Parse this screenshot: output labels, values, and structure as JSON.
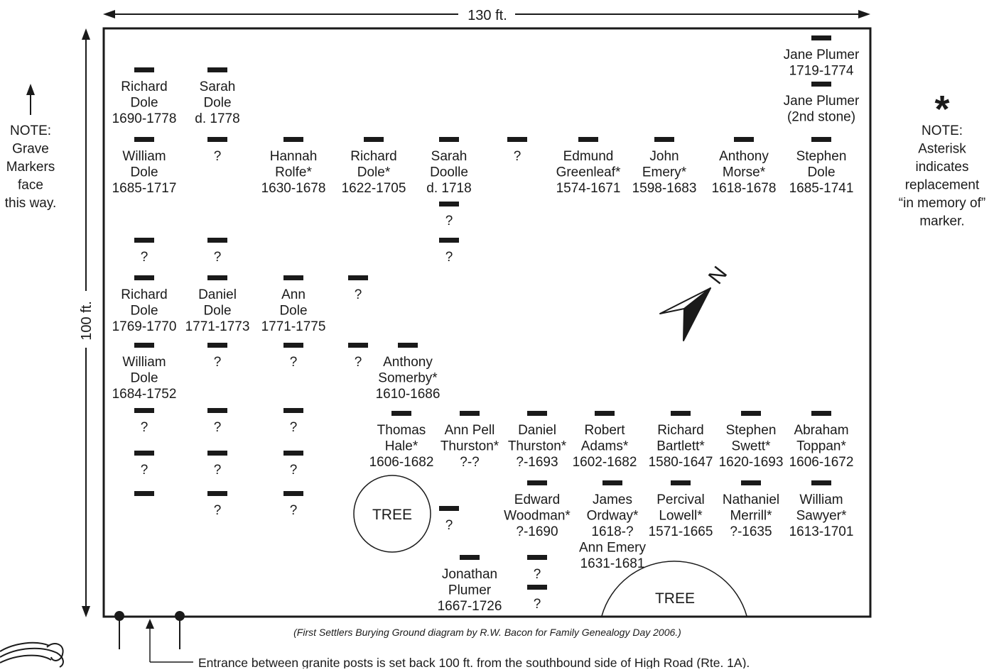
{
  "dimensions": {
    "width_label": "130 ft.",
    "height_label": "100 ft."
  },
  "notes": {
    "left": [
      "NOTE:",
      "Grave",
      "Markers",
      "face",
      "this way."
    ],
    "right_symbol": "*",
    "right": [
      "NOTE:",
      "Asterisk",
      "indicates",
      "replacement",
      "“in memory of”",
      "marker."
    ]
  },
  "compass": {
    "label": "N"
  },
  "graves": [
    {
      "id": "jane-plumer",
      "lines": [
        "Jane Plumer",
        "1719-1774"
      ]
    },
    {
      "id": "jane-plumer-2",
      "lines": [
        "Jane Plumer",
        "(2nd stone)"
      ]
    },
    {
      "id": "richard-dole-1690",
      "lines": [
        "Richard",
        "Dole",
        "1690-1778"
      ]
    },
    {
      "id": "sarah-dole",
      "lines": [
        "Sarah",
        "Dole",
        "d. 1778"
      ]
    },
    {
      "id": "william-dole-1685",
      "lines": [
        "William",
        "Dole",
        "1685-1717"
      ]
    },
    {
      "id": "unknown-r2c2",
      "lines": [
        "?"
      ]
    },
    {
      "id": "hannah-rolfe",
      "lines": [
        "Hannah",
        "Rolfe*",
        "1630-1678"
      ]
    },
    {
      "id": "richard-dole-1622",
      "lines": [
        "Richard",
        "Dole*",
        "1622-1705"
      ]
    },
    {
      "id": "sarah-doolle",
      "lines": [
        "Sarah",
        "Doolle",
        "d. 1718"
      ]
    },
    {
      "id": "unknown-r2c6",
      "lines": [
        "?"
      ]
    },
    {
      "id": "edmund-greenleaf",
      "lines": [
        "Edmund",
        "Greenleaf*",
        "1574-1671"
      ]
    },
    {
      "id": "john-emery",
      "lines": [
        "John",
        "Emery*",
        "1598-1683"
      ]
    },
    {
      "id": "anthony-morse",
      "lines": [
        "Anthony",
        "Morse*",
        "1618-1678"
      ]
    },
    {
      "id": "stephen-dole",
      "lines": [
        "Stephen",
        "Dole",
        "1685-1741"
      ]
    },
    {
      "id": "unknown-sarah-below-1",
      "lines": [
        "?"
      ]
    },
    {
      "id": "unknown-sarah-below-2",
      "lines": [
        "?"
      ]
    },
    {
      "id": "unknown-r3c1",
      "lines": [
        "?"
      ]
    },
    {
      "id": "unknown-r3c2",
      "lines": [
        "?"
      ]
    },
    {
      "id": "richard-dole-1769",
      "lines": [
        "Richard",
        "Dole",
        "1769-1770"
      ]
    },
    {
      "id": "daniel-dole",
      "lines": [
        "Daniel",
        "Dole",
        "1771-1773"
      ]
    },
    {
      "id": "ann-dole",
      "lines": [
        "Ann",
        "Dole",
        "1771-1775"
      ]
    },
    {
      "id": "unknown-r4c4",
      "lines": [
        "?"
      ]
    },
    {
      "id": "william-dole-1684",
      "lines": [
        "William",
        "Dole",
        "1684-1752"
      ]
    },
    {
      "id": "unknown-r5c2",
      "lines": [
        "?"
      ]
    },
    {
      "id": "unknown-r5c3",
      "lines": [
        "?"
      ]
    },
    {
      "id": "unknown-r5c4",
      "lines": [
        "?"
      ]
    },
    {
      "id": "anthony-somerby",
      "lines": [
        "Anthony",
        "Somerby*",
        "1610-1686"
      ]
    },
    {
      "id": "unknown-r6c1",
      "lines": [
        "?"
      ]
    },
    {
      "id": "unknown-r6c2",
      "lines": [
        "?"
      ]
    },
    {
      "id": "unknown-r6c3",
      "lines": [
        "?"
      ]
    },
    {
      "id": "thomas-hale",
      "lines": [
        "Thomas",
        "Hale*",
        "1606-1682"
      ]
    },
    {
      "id": "ann-pell-thurston",
      "lines": [
        "Ann Pell",
        "Thurston*",
        "?-?"
      ]
    },
    {
      "id": "daniel-thurston",
      "lines": [
        "Daniel",
        "Thurston*",
        "?-1693"
      ]
    },
    {
      "id": "robert-adams",
      "lines": [
        "Robert",
        "Adams*",
        "1602-1682"
      ]
    },
    {
      "id": "richard-bartlett",
      "lines": [
        "Richard",
        "Bartlett*",
        "1580-1647"
      ]
    },
    {
      "id": "stephen-swett",
      "lines": [
        "Stephen",
        "Swett*",
        "1620-1693"
      ]
    },
    {
      "id": "abraham-toppan",
      "lines": [
        "Abraham",
        "Toppan*",
        "1606-1672"
      ]
    },
    {
      "id": "unknown-r7c1",
      "lines": [
        "?"
      ]
    },
    {
      "id": "unknown-r7c2",
      "lines": [
        "?"
      ]
    },
    {
      "id": "unknown-r7c3",
      "lines": [
        "?"
      ]
    },
    {
      "id": "unknown-r8c1",
      "lines": []
    },
    {
      "id": "unknown-r8c2",
      "lines": [
        "?"
      ]
    },
    {
      "id": "unknown-r8c3",
      "lines": [
        "?"
      ]
    },
    {
      "id": "unknown-near-tree",
      "lines": [
        "?"
      ]
    },
    {
      "id": "edward-woodman",
      "lines": [
        "Edward",
        "Woodman*",
        "?-1690"
      ]
    },
    {
      "id": "james-ordway",
      "lines": [
        "James",
        "Ordway*",
        "1618-?",
        "Ann Emery",
        "1631-1681"
      ]
    },
    {
      "id": "percival-lowell",
      "lines": [
        "Percival",
        "Lowell*",
        "1571-1665"
      ]
    },
    {
      "id": "nathaniel-merrill",
      "lines": [
        "Nathaniel",
        "Merrill*",
        "?-1635"
      ]
    },
    {
      "id": "william-sawyer",
      "lines": [
        "William",
        "Sawyer*",
        "1613-1701"
      ]
    },
    {
      "id": "jonathan-plumer",
      "lines": [
        "Jonathan",
        "Plumer",
        "1667-1726"
      ]
    },
    {
      "id": "unknown-bottom-1",
      "lines": [
        "?"
      ]
    },
    {
      "id": "unknown-bottom-2",
      "lines": [
        "?"
      ]
    }
  ],
  "trees": [
    {
      "label": "TREE"
    },
    {
      "label": "TREE"
    }
  ],
  "caption": "(First Settlers Burying Ground diagram by R.W. Bacon for Family Genealogy Day 2006.)",
  "entrance": "Entrance between granite posts is set back 100 ft. from the southbound side of High Road (Rte. 1A)."
}
